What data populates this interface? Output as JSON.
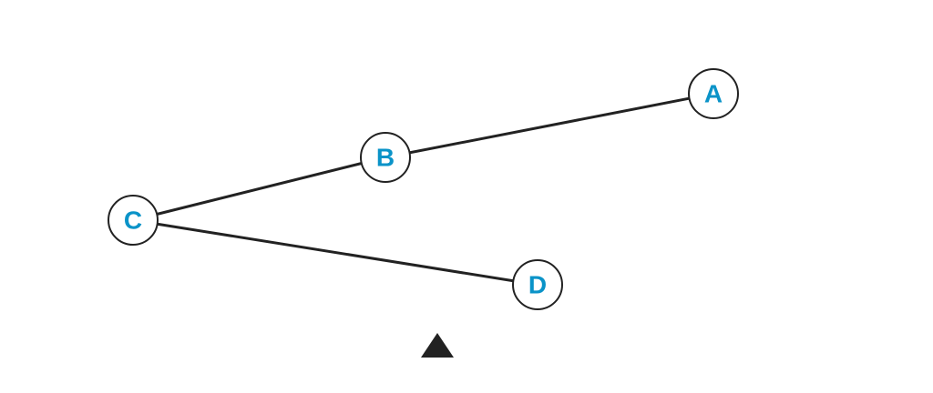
{
  "colors": {
    "label": "#0a93c8",
    "line": "#222222",
    "node_fill": "#ffffff",
    "marker": "#222222"
  },
  "nodes": [
    {
      "id": "A",
      "label": "A"
    },
    {
      "id": "B",
      "label": "B"
    },
    {
      "id": "C",
      "label": "C"
    },
    {
      "id": "D",
      "label": "D"
    }
  ],
  "edges": [
    {
      "from": "A",
      "to": "B"
    },
    {
      "from": "B",
      "to": "C"
    },
    {
      "from": "C",
      "to": "D"
    }
  ],
  "marker_icon": "triangle-up-icon"
}
